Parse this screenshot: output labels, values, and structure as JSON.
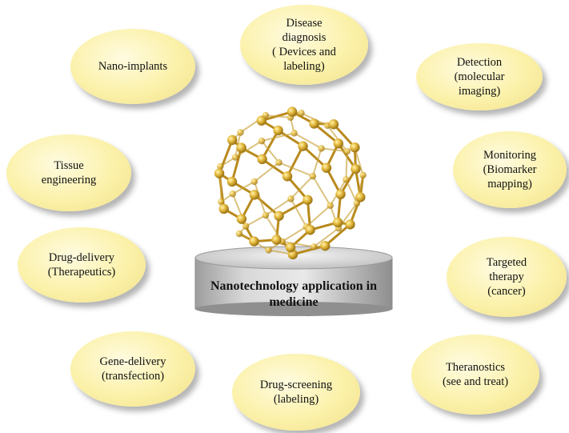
{
  "center": {
    "label": "Nanotechnology application in\nmedicine"
  },
  "nodes": [
    {
      "id": "nano-implants",
      "label": "Nano-implants"
    },
    {
      "id": "disease-diagnosis",
      "label": "Disease\ndiagnosis\n( Devices and\nlabeling)"
    },
    {
      "id": "detection",
      "label": "Detection\n(molecular\nimaging)"
    },
    {
      "id": "tissue-engineering",
      "label": "Tissue\nengineering"
    },
    {
      "id": "monitoring",
      "label": "Monitoring\n(Biomarker\nmapping)"
    },
    {
      "id": "drug-delivery",
      "label": "Drug-delivery\n(Therapeutics)"
    },
    {
      "id": "targeted-therapy",
      "label": "Targeted\ntherapy\n(cancer)"
    },
    {
      "id": "gene-delivery",
      "label": "Gene-delivery\n(transfection)"
    },
    {
      "id": "drug-screening",
      "label": "Drug-screening\n(labeling)"
    },
    {
      "id": "theranostics",
      "label": "Theranostics\n(see and treat)"
    }
  ],
  "colors": {
    "bubble_fill": "#fbf1a9",
    "bubble_edge": "#f1e08a",
    "pedestal": "#c9c9c9",
    "molecule_gold": "#d4a530",
    "text": "#111111"
  }
}
